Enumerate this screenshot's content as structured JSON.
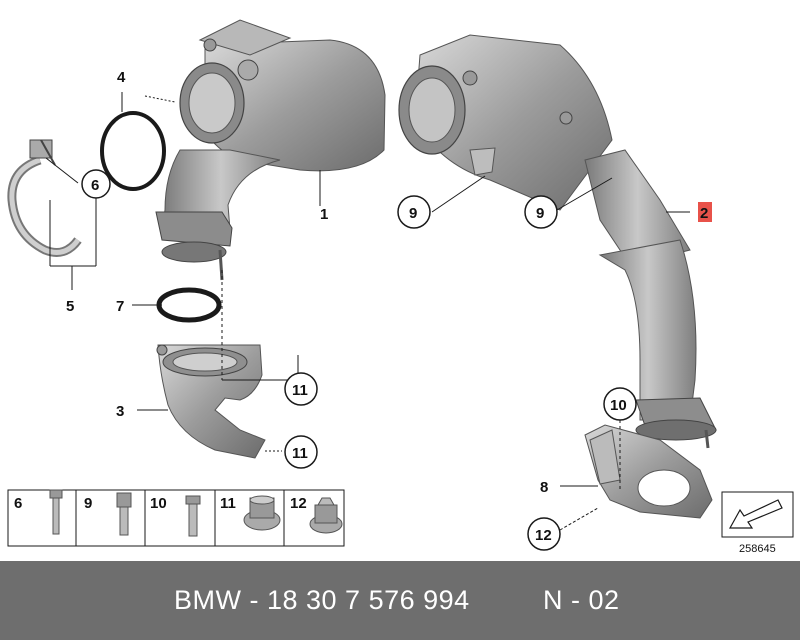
{
  "callouts": {
    "c1": "1",
    "c2": "2",
    "c3": "3",
    "c4": "4",
    "c5": "5",
    "c6": "6",
    "c7": "7",
    "c8": "8",
    "c9a": "9",
    "c9b": "9",
    "c10": "10",
    "c11a": "11",
    "c11b": "11",
    "c12": "12"
  },
  "legend": {
    "items": [
      "6",
      "9",
      "10",
      "11",
      "12"
    ]
  },
  "diagram_number": "258645",
  "footer": {
    "part_number": "BMW - 18 30 7 576 994",
    "revision": "N - 02"
  },
  "colors": {
    "highlight": "#e8524a",
    "footer_bg": "#6e6e6e",
    "part_fill": "#9a9a9a"
  }
}
